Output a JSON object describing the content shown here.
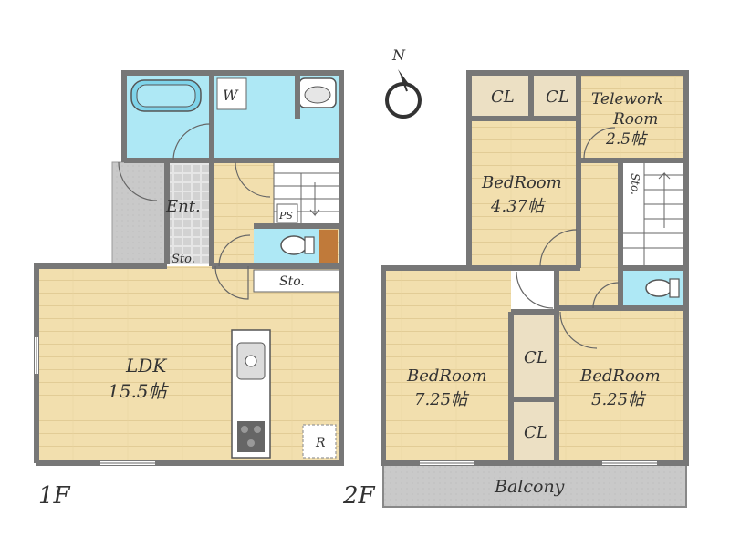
{
  "compass": {
    "label": "N"
  },
  "floors": [
    {
      "id": "1f",
      "label": "1F"
    },
    {
      "id": "2f",
      "label": "2F"
    }
  ],
  "rooms_1f": {
    "washroom": "W",
    "entrance": "Ent.",
    "ps": "PS",
    "entrance_storage": "Sto.",
    "hall_storage": "Sto.",
    "ldk_name": "LDK",
    "ldk_size": "15.5帖",
    "fridge": "R"
  },
  "rooms_2f": {
    "closet_1": "CL",
    "closet_2": "CL",
    "telework_line1": "Telework",
    "telework_line2": "Room",
    "telework_size": "2.5帖",
    "bed_a_name": "BedRoom",
    "bed_a_size": "4.37帖",
    "storage": "Sto.",
    "closet_3": "CL",
    "closet_4": "CL",
    "bed_b_name": "BedRoom",
    "bed_b_size": "7.25帖",
    "bed_c_name": "BedRoom",
    "bed_c_size": "5.25帖",
    "balcony": "Balcony"
  },
  "colors": {
    "floor": "#f2dfae",
    "wet_area": "#aee8f5",
    "closet": "#ece0c4",
    "walls": "#777777",
    "exterior": "#c6c6c6",
    "stairs": "#ffffff"
  }
}
